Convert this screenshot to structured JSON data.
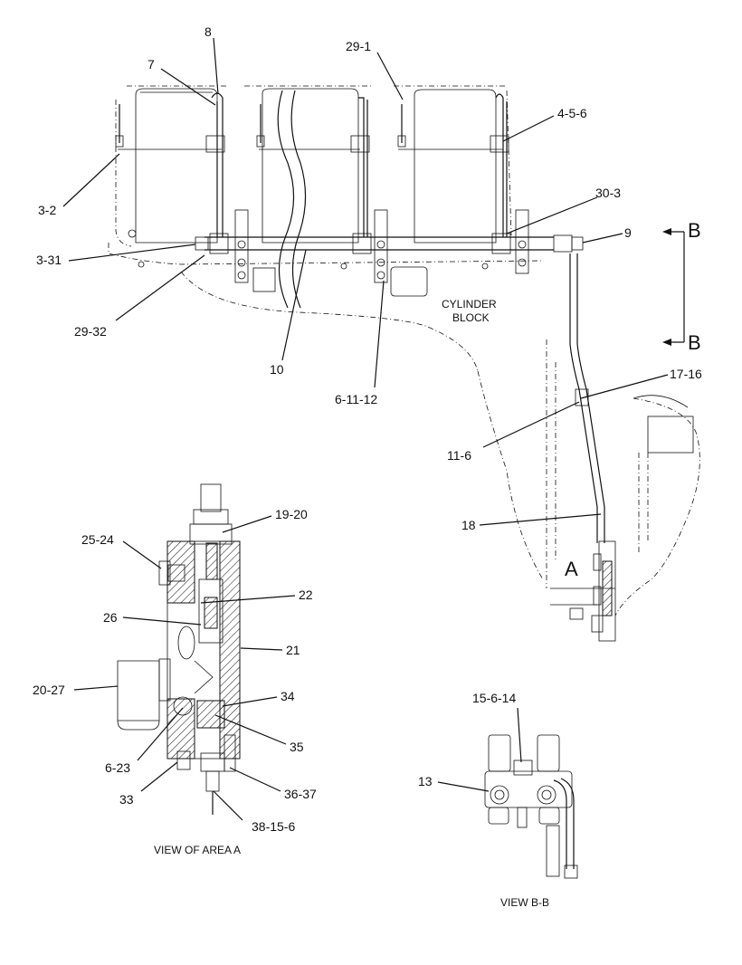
{
  "diagram": {
    "labels": {
      "l8": "8",
      "l7": "7",
      "l29_1": "29-1",
      "l4_5_6": "4-5-6",
      "l3_2": "3-2",
      "l30_3": "30-3",
      "l9": "9",
      "l3_31": "3-31",
      "l29_32": "29-32",
      "l10": "10",
      "l6_11_12": "6-11-12",
      "l17_16": "17-16",
      "l11_6": "11-6",
      "l18": "18",
      "l19_20": "19-20",
      "l25_24": "25-24",
      "l22": "22",
      "l26": "26",
      "l21": "21",
      "l20_27": "20-27",
      "l34": "34",
      "l35": "35",
      "l6_23": "6-23",
      "l33": "33",
      "l36_37": "36-37",
      "l38_15_6": "38-15-6",
      "l15_6_14": "15-6-14",
      "l13": "13"
    },
    "section_b_top": "B",
    "section_b_bottom": "B",
    "area_a_marker": "A",
    "cylinder_block_line1": "CYLINDER",
    "cylinder_block_line2": "BLOCK",
    "caption_view_area_a": "VIEW OF AREA  A",
    "caption_view_bb": "VIEW  B-B"
  }
}
